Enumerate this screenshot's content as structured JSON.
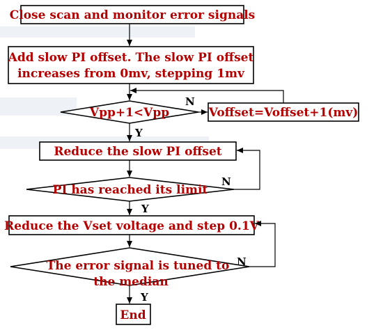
{
  "steps": {
    "close_scan": "Close scan and monitor error signals",
    "add_offset_line1": "Add slow PI offset. The slow PI offset",
    "add_offset_line2": "increases from 0mv, stepping 1mv",
    "cond_vpp": "Vpp+1<Vpp",
    "voffset": "Voffset=Voffset+1(mv)",
    "reduce_offset": "Reduce the slow PI offset",
    "cond_limit": "PI has reached its limit",
    "reduce_vset": "Reduce the Vset voltage and step 0.1V",
    "cond_error_line1": "The error signal is tuned to",
    "cond_error_line2": "the median",
    "end": "End"
  },
  "branch_labels": {
    "yes": "Y",
    "no": "N"
  },
  "colors": {
    "text": "#b30000",
    "outline": "#000000"
  }
}
